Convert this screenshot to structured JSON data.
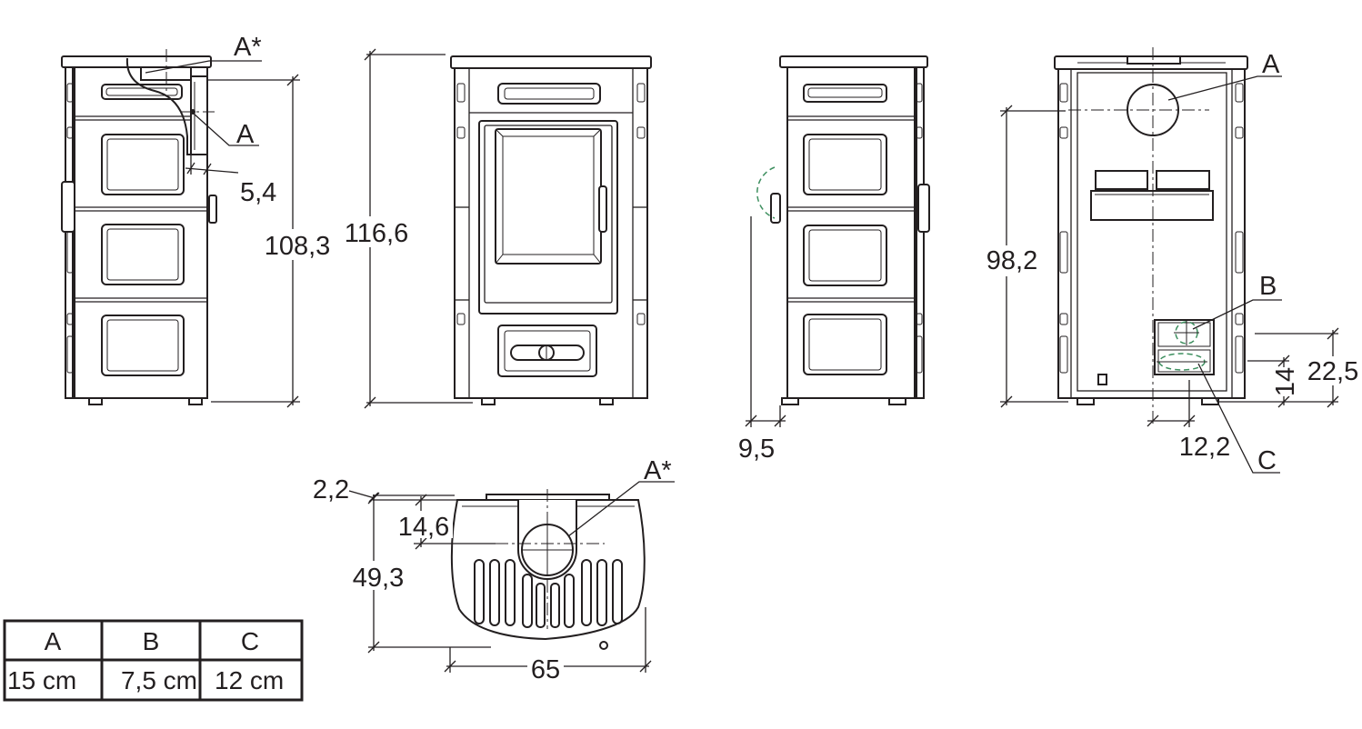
{
  "labels": {
    "side_left": {
      "flue_top": "A*",
      "flue_rear": "A",
      "offset": "5,4",
      "height": "108,3"
    },
    "front": {
      "height": "116,6"
    },
    "side_right": {
      "handle_offset": "9,5"
    },
    "back": {
      "outlet_height": "98,2",
      "outlet": "A",
      "inlet_b": "B",
      "inlet_c": "C",
      "b_height": "22,5",
      "c_height": "14",
      "inlet_offset": "12,2"
    },
    "top": {
      "flue_top": "A*",
      "top_offset": "2,2",
      "flue_offset": "14,6",
      "depth": "49,3",
      "width": "65"
    }
  },
  "legend_table": {
    "headers": [
      "A",
      "B",
      "C"
    ],
    "values": [
      "15 cm",
      "7,5 cm",
      "12 cm"
    ]
  },
  "colors": {
    "line": "#231f20",
    "connection": "#3d8f5f"
  }
}
